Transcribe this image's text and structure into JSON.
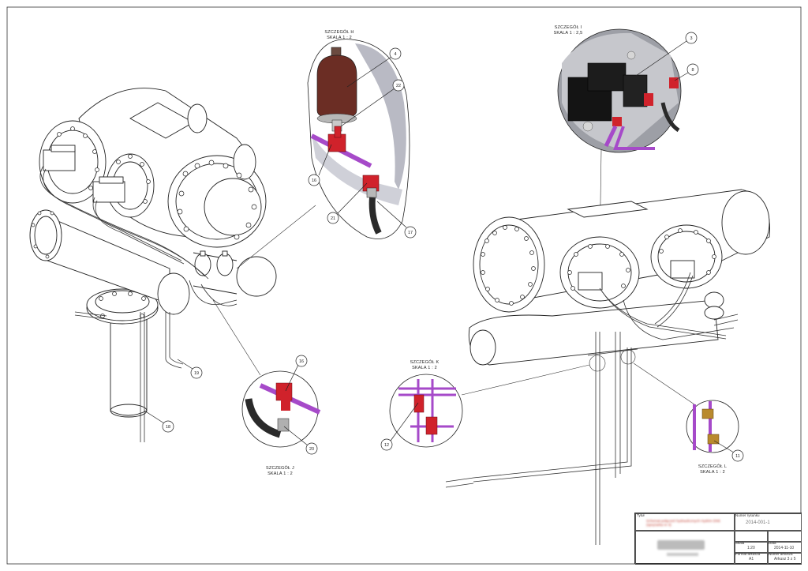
{
  "details": {
    "h": {
      "title": "SZCZEGÓŁ H",
      "scale": "SKALA 1 : 2"
    },
    "i": {
      "title": "SZCZEGÓŁ I",
      "scale": "SKALA 1 : 2,5"
    },
    "j": {
      "title": "SZCZEGÓŁ J",
      "scale": "SKALA 1 : 2"
    },
    "k": {
      "title": "SZCZEGÓŁ K",
      "scale": "SKALA 1 : 2"
    },
    "l": {
      "title": "SZCZEGÓŁ L",
      "scale": "SKALA 1 : 2"
    }
  },
  "balloons": {
    "b4": "4",
    "b22": "22",
    "b16a": "16",
    "b21": "21",
    "b17": "17",
    "b3": "3",
    "b8": "8",
    "b19": "19",
    "b18": "18",
    "b16b": "16",
    "b20": "20",
    "b12": "12",
    "b11": "11"
  },
  "title_block": {
    "title_caption": "Tytuł",
    "title_text": "Schemat połączeń hydraulicznych Hydrim DN5 (sprężarka nr 4)",
    "drawing_no_caption": "Numer rysunku",
    "drawing_no": "2014-001-1",
    "scale_caption": "Skala",
    "scale": "1:20",
    "date_caption": "Data",
    "date": "2014-11-10",
    "format_caption": "Format arkusza",
    "format": "A1",
    "sheet_caption": "Numer arkusza",
    "sheet": "Arkusz 3 z 5"
  },
  "colors": {
    "red_fitting": "#d0222b",
    "purple_pipe": "#a64ac9",
    "dark_hose": "#2a2a2a",
    "accumulator": "#6b2d24"
  }
}
